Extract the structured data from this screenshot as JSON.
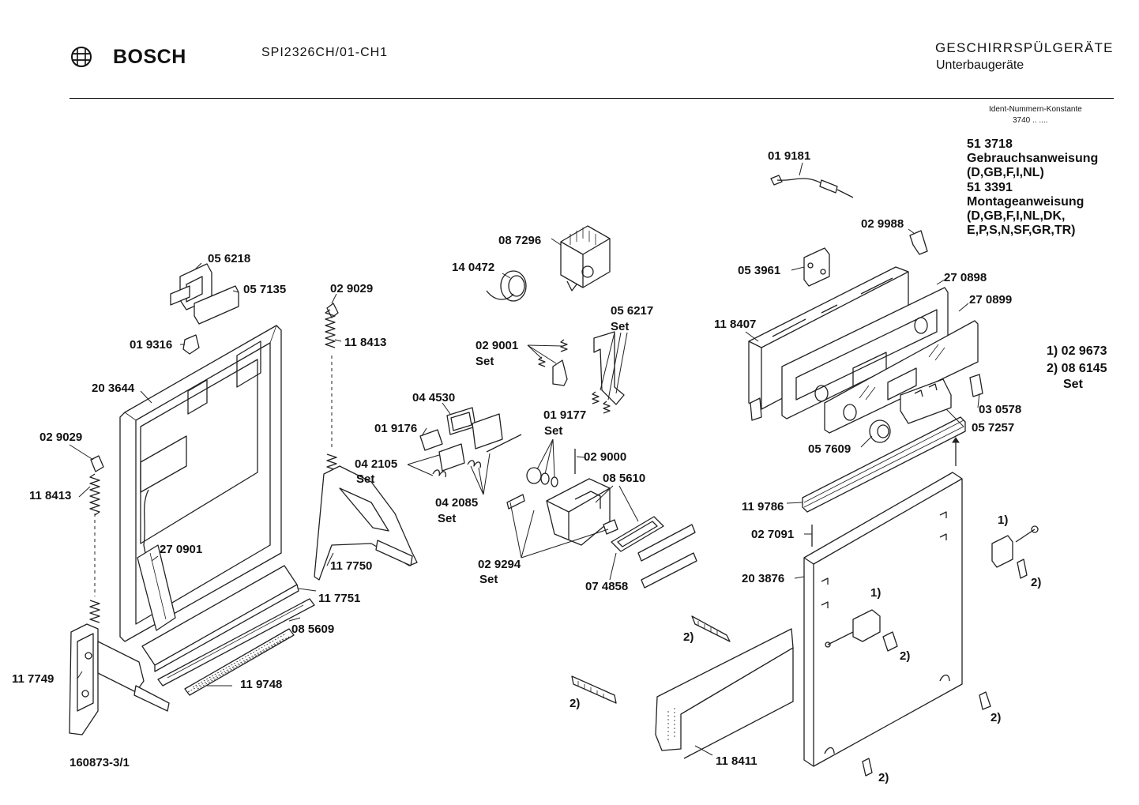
{
  "header": {
    "brand": "BOSCH",
    "model": "SPI2326CH/01-CH1",
    "category": "GESCHIRRSPÜLGERÄTE",
    "subcategory": "Unterbaugeräte",
    "ident_title": "Ident-Nummern-Konstante",
    "ident_value": "3740  ..  ...."
  },
  "docs": {
    "d1_number": "51 3718",
    "d1_title": "Gebrauchsanweisung",
    "d1_langs": "(D,GB,F,I,NL)",
    "d2_number": "51 3391",
    "d2_title": "Montageanweisung",
    "d2_langs": "(D,GB,F,I,NL,DK,\nE,P,S,N,SF,GR,TR)"
  },
  "legend": {
    "item1": "1) 02 9673",
    "item2": "2) 08 6145",
    "item2_suffix": "Set"
  },
  "footer": {
    "drawing_number": "160873-3/1"
  },
  "labels": {
    "p056218": "05 6218",
    "p057135": "05 7135",
    "p019316": "01 9316",
    "p203644": "20 3644",
    "p029029_l": "02 9029",
    "p118413_l": "11 8413",
    "p270901": "27 0901",
    "p117749": "11 7749",
    "p029029_r": "02 9029",
    "p118413_r": "11 8413",
    "p117750": "11 7750",
    "p117751": "11 7751",
    "p085609": "08 5609",
    "p119748": "11 9748",
    "p140472": "14 0472",
    "p087296": "08 7296",
    "p056217": "05 6217",
    "set_056217": "Set",
    "p029001": "02 9001",
    "set_029001": "Set",
    "p044530": "04 4530",
    "p019176": "01 9176",
    "p042105": "04 2105",
    "set_042105": "Set",
    "p042085": "04 2085",
    "set_042085": "Set",
    "p019177": "01 9177",
    "set_019177": "Set",
    "p029000": "02 9000",
    "p085610": "08 5610",
    "p029294": "02 9294",
    "set_029294": "Set",
    "p074858": "07 4858",
    "p019181": "01 9181",
    "p029988": "02 9988",
    "p053961": "05 3961",
    "p270898": "27 0898",
    "p270899": "27 0899",
    "p118407": "11 8407",
    "p030578": "03 0578",
    "p057257": "05 7257",
    "p057609": "05 7609",
    "p119786": "11 9786",
    "p027091": "02 7091",
    "p203876": "20 3876",
    "p118411": "11 8411",
    "ref1_a": "1)",
    "ref1_b": "1)",
    "ref2_a": "2)",
    "ref2_b": "2)",
    "ref2_c": "2)",
    "ref2_d": "2)",
    "ref2_e": "2)",
    "ref2_f": "2)"
  }
}
